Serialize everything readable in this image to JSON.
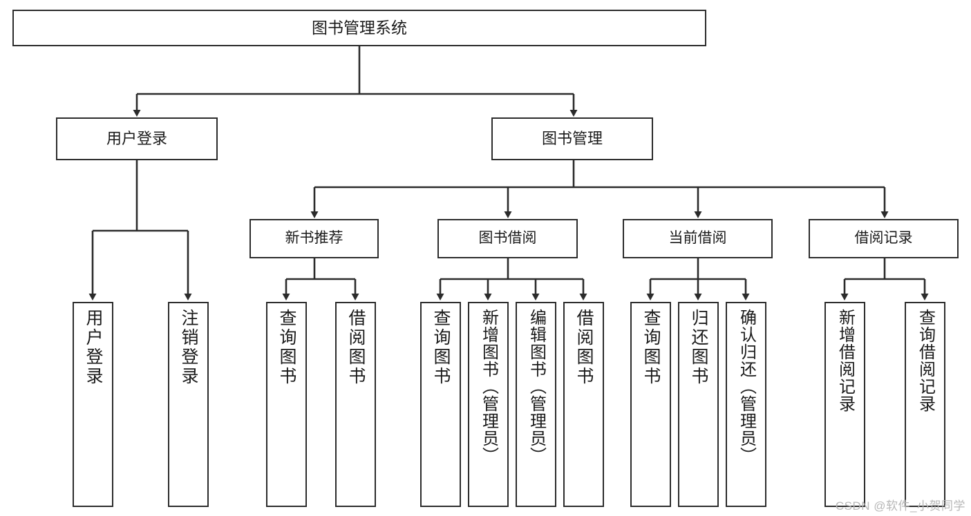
{
  "diagram": {
    "title": "图书管理系统",
    "root": {
      "label": "图书管理系统"
    },
    "level1": [
      {
        "label": "用户登录"
      },
      {
        "label": "图书管理"
      }
    ],
    "level2": [
      {
        "label": "新书推荐"
      },
      {
        "label": "图书借阅"
      },
      {
        "label": "当前借阅"
      },
      {
        "label": "借阅记录"
      }
    ],
    "leaves": {
      "user_login": [
        {
          "label": "用户登录"
        },
        {
          "label": "注销登录"
        }
      ],
      "new_book_recommend": [
        {
          "label": "查询图书"
        },
        {
          "label": "借阅图书"
        }
      ],
      "book_borrow": [
        {
          "label": "查询图书"
        },
        {
          "label": "新增图书（管理员）"
        },
        {
          "label": "编辑图书（管理员）"
        },
        {
          "label": "借阅图书"
        }
      ],
      "current_borrow": [
        {
          "label": "查询图书"
        },
        {
          "label": "归还图书"
        },
        {
          "label": "确认归还（管理员）"
        }
      ],
      "borrow_records": [
        {
          "label": "新增借阅记录"
        },
        {
          "label": "查询借阅记录"
        }
      ]
    }
  },
  "watermark": {
    "text": "CSDN @软件_小贺同学"
  },
  "colors": {
    "stroke": "#2b2b2b",
    "background": "#ffffff",
    "text": "#1a1a1a",
    "watermark": "#b7b7b7"
  }
}
